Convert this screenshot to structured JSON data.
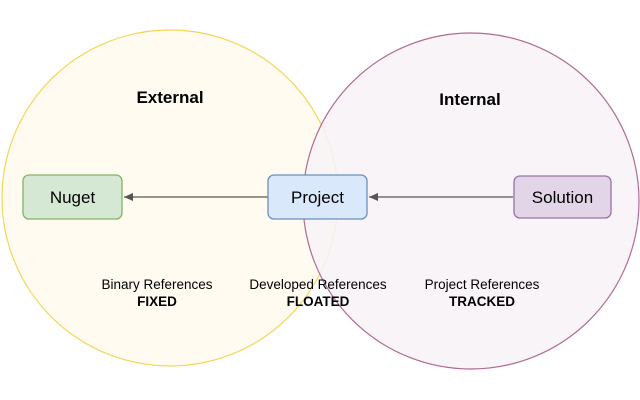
{
  "regions": {
    "external": {
      "title": "External",
      "fill": "#fffbf0",
      "stroke": "#f5d55a"
    },
    "internal": {
      "title": "Internal",
      "fill": "#f8f2f6",
      "stroke": "#b06a92"
    }
  },
  "nodes": {
    "nuget": {
      "label": "Nuget",
      "fill": "#d5e8d4",
      "stroke": "#82b366"
    },
    "project": {
      "label": "Project",
      "fill": "#dae8fc",
      "stroke": "#6c8ebf"
    },
    "solution": {
      "label": "Solution",
      "fill": "#e1d5e7",
      "stroke": "#9673a6"
    }
  },
  "edges": {
    "color": "#555555"
  },
  "captions": {
    "binary": {
      "label": "Binary References",
      "status": "FIXED"
    },
    "developed": {
      "label": "Developed References",
      "status": "FLOATED"
    },
    "project": {
      "label": "Project References",
      "status": "TRACKED"
    }
  }
}
